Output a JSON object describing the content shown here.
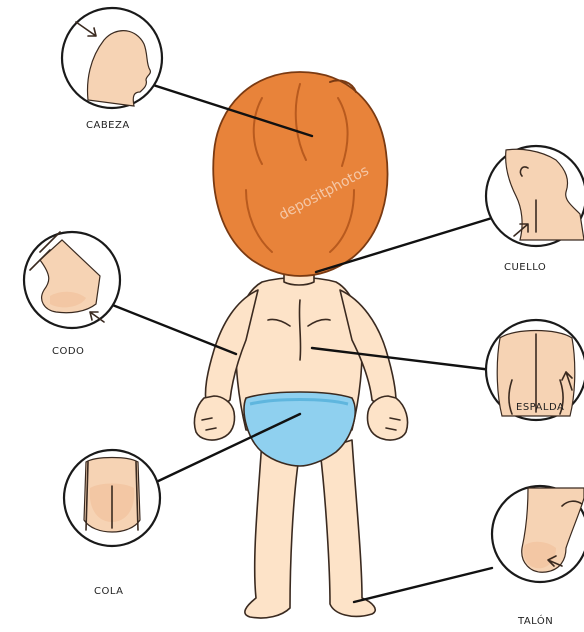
{
  "labels": {
    "cabeza": "CABEZA",
    "cuello": "CUELLO",
    "codo": "CODO",
    "espalda": "ESPALDA",
    "cola": "COLA",
    "talon": "TALÓN"
  },
  "watermark": "depositphotos",
  "colors": {
    "hair": "#e8833a",
    "skin": "#fde3c8",
    "diaper": "#8fd0ef",
    "outline": "#3a2a20"
  }
}
